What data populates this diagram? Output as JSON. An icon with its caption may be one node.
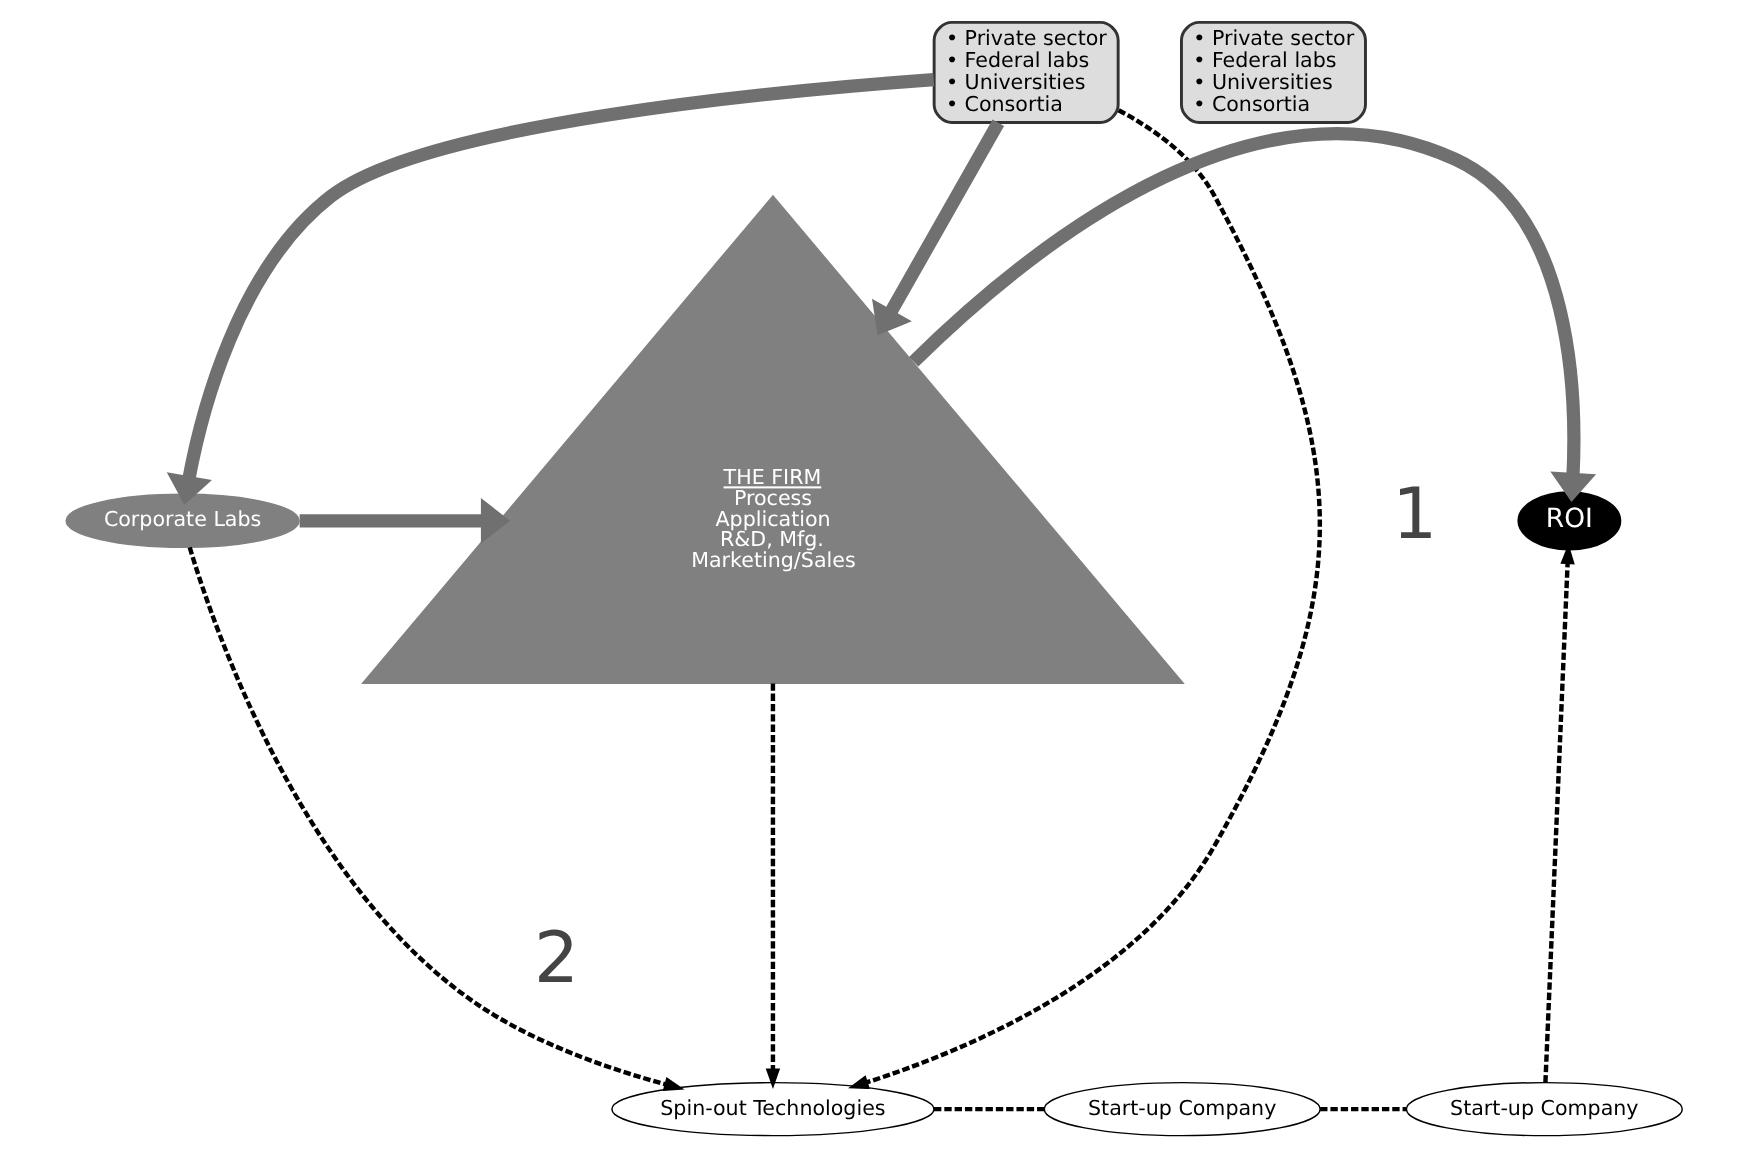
{
  "diagram": {
    "nodes": [
      {
        "text": [
          "• Private sector",
          "• Federal labs",
          "• Universities",
          "• Consortia"
        ]
      },
      {
        "text": [
          "• Private sector",
          "• Federal labs",
          "• Universities",
          "• Consortia"
        ]
      },
      {
        "text": [
          "Corporate Labs"
        ]
      },
      {
        "text": [
          "THE FIRM",
          "Process",
          "Application",
          "R&D, Mfg.",
          "Marketing/Sales"
        ]
      },
      {
        "text": [
          "ROI"
        ]
      },
      {
        "text": [
          "Spin-out Technologies"
        ]
      },
      {
        "text": [
          "Start-up Company"
        ]
      },
      {
        "text": [
          "Start-up Company"
        ]
      }
    ],
    "edges": [
      {
        "from": 0,
        "to": 2,
        "arrow": "to",
        "style": "thick",
        "color": "#707070"
      },
      {
        "from": 0,
        "to": 3,
        "arrow": "to",
        "style": "thick",
        "color": "#707070"
      },
      {
        "from": 2,
        "to": 3,
        "arrow": "to",
        "style": "thick",
        "color": "#707070"
      },
      {
        "from": 3,
        "to": 4,
        "arrow": "to",
        "style": "thick",
        "color": "#707070"
      },
      {
        "from": 0,
        "to": 5,
        "arrow": "to",
        "style": "dashed"
      },
      {
        "from": 2,
        "to": 5,
        "arrow": "to",
        "style": "dashed"
      },
      {
        "from": 3,
        "to": 5,
        "arrow": "to",
        "style": "dashed"
      },
      {
        "from": 5,
        "to": 6,
        "arrow": "none",
        "style": "dashed"
      },
      {
        "from": 6,
        "to": 7,
        "arrow": "none",
        "style": "dashed"
      },
      {
        "from": 7,
        "to": 4,
        "arrow": "to",
        "style": "dashed"
      }
    ],
    "labels": [
      "1",
      "2"
    ]
  }
}
